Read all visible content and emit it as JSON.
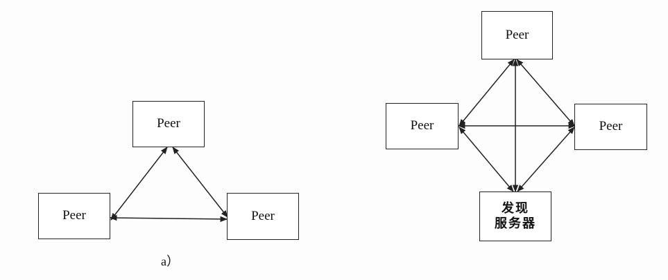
{
  "diagram_a": {
    "peer_top": "Peer",
    "peer_left": "Peer",
    "peer_right": "Peer",
    "caption": "a）"
  },
  "diagram_b": {
    "peer_top": "Peer",
    "peer_left": "Peer",
    "peer_right": "Peer",
    "server_line1": "发现",
    "server_line2": "服务器"
  },
  "colors": {
    "stroke": "#222222",
    "background": "#fdfdfd"
  }
}
